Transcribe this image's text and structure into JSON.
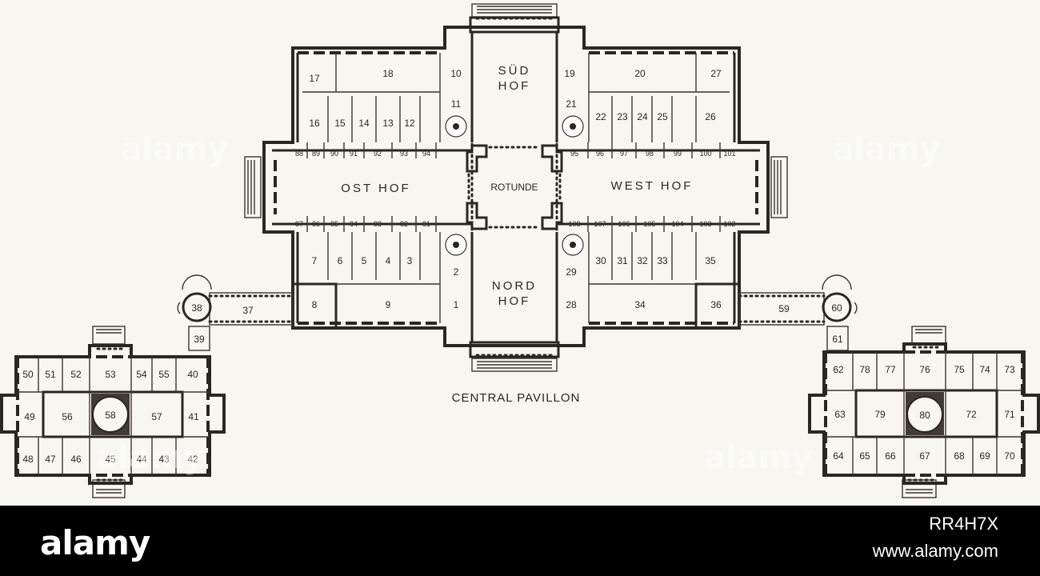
{
  "plan": {
    "caption": "CENTRAL PAVILLON",
    "courts": {
      "sud_top": "SÜD",
      "sud_bottom": "HOF",
      "nord_top": "NORD",
      "nord_bottom": "HOF",
      "ost": "OST HOF",
      "west": "WEST HOF",
      "rotunde": "ROTUNDE"
    },
    "rooms": {
      "r1": "1",
      "r2": "2",
      "r3": "3",
      "r4": "4",
      "r5": "5",
      "r6": "6",
      "r7": "7",
      "r8": "8",
      "r9": "9",
      "r10": "10",
      "r11": "11",
      "r12": "12",
      "r13": "13",
      "r14": "14",
      "r15": "15",
      "r16": "16",
      "r17": "17",
      "r18": "18",
      "r19": "19",
      "r20": "20",
      "r21": "21",
      "r22": "22",
      "r23": "23",
      "r24": "24",
      "r25": "25",
      "r26": "26",
      "r27": "27",
      "r28": "28",
      "r29": "29",
      "r30": "30",
      "r31": "31",
      "r32": "32",
      "r33": "33",
      "r34": "34",
      "r35": "35",
      "r36": "36",
      "r37": "37",
      "r38": "38",
      "r39": "39",
      "r40": "40",
      "r41": "41",
      "r42": "42",
      "r43": "43",
      "r44": "44",
      "r45": "45",
      "r46": "46",
      "r47": "47",
      "r48": "48",
      "r49": "49",
      "r50": "50",
      "r51": "51",
      "r52": "52",
      "r53": "53",
      "r54": "54",
      "r55": "55",
      "r56": "56",
      "r57": "57",
      "r58": "58",
      "r59": "59",
      "r60": "60",
      "r61": "61",
      "r62": "62",
      "r63": "63",
      "r64": "64",
      "r65": "65",
      "r66": "66",
      "r67": "67",
      "r68": "68",
      "r69": "69",
      "r70": "70",
      "r71": "71",
      "r72": "72",
      "r73": "73",
      "r74": "74",
      "r75": "75",
      "r76": "76",
      "r77": "77",
      "r78": "78",
      "r79": "79",
      "r80": "80",
      "r81": "81",
      "r82": "82",
      "r83": "83",
      "r84": "84",
      "r85": "85",
      "r86": "86",
      "r87": "87",
      "r88": "88",
      "r89": "89",
      "r90": "90",
      "r91": "91",
      "r92": "92",
      "r93": "93",
      "r94": "94",
      "r95": "95",
      "r96": "96",
      "r97": "97",
      "r98": "98",
      "r99": "99",
      "r100": "100",
      "r101": "101",
      "r102": "102",
      "r103": "103",
      "r104": "104",
      "r105": "105",
      "r106": "106",
      "r107": "107",
      "r108": "108"
    }
  },
  "watermark": {
    "text": "alamy"
  },
  "footer": {
    "logo": "alamy",
    "image_id": "RR4H7X",
    "url": "www.alamy.com"
  }
}
